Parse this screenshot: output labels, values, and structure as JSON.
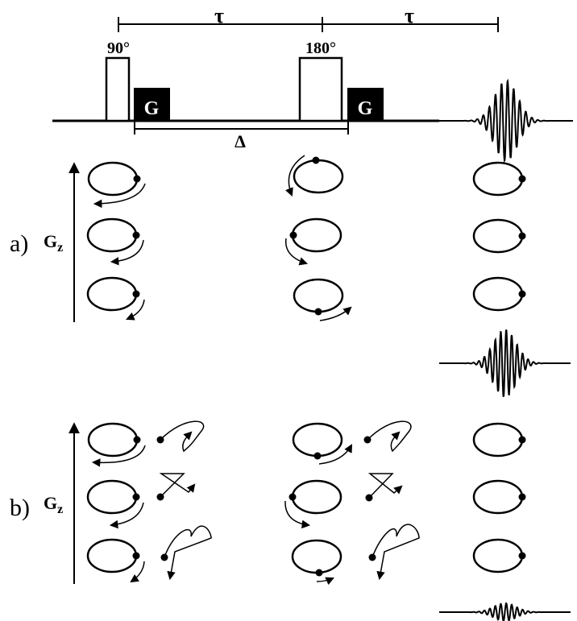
{
  "pulse_sequence": {
    "tau_label": "τ",
    "pulse_90_label": "90°",
    "pulse_180_label": "180°",
    "gradient_label": "G",
    "delta_label": "Δ"
  },
  "panel_a": {
    "label": "a)",
    "gradient_axis_main": "G",
    "gradient_axis_sub": "z"
  },
  "panel_b": {
    "label": "b)",
    "gradient_axis_main": "G",
    "gradient_axis_sub": "z"
  }
}
